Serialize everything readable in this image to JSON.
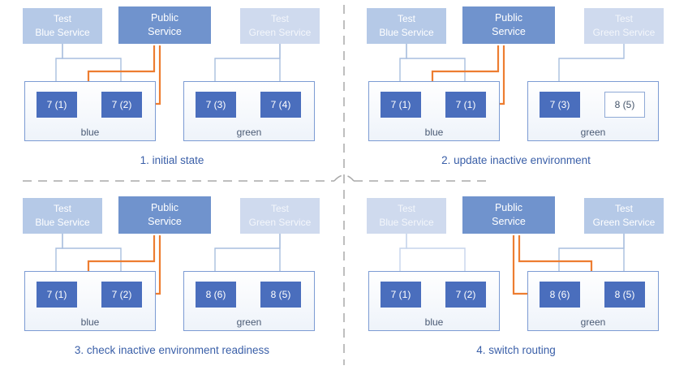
{
  "colors": {
    "public_service_fill": "#7093cd",
    "test_service_active_fill": "#b5c9e7",
    "test_service_inactive_fill": "#cfdaee",
    "pod_fill": "#4a6ebd",
    "pod_updating_fill": "#ffffff",
    "pod_updating_border": "#8fa9d6",
    "environment_border": "#7c9bd3",
    "public_route_arrow": "#ed7d31",
    "test_route_arrow": "#a9bedf",
    "caption_text": "#3a5fa8",
    "divider": "#a8a8a8"
  },
  "panels": [
    {
      "caption": "1. initial state",
      "public_routes_to": "blue",
      "services": {
        "blue_test": {
          "line1": "Test",
          "line2": "Blue Service",
          "state": "active"
        },
        "public": {
          "line1": "Public",
          "line2": "Service"
        },
        "green_test": {
          "line1": "Test",
          "line2": "Green Service",
          "state": "inactive"
        }
      },
      "environments": {
        "blue": {
          "label": "blue",
          "pods": [
            {
              "label": "7 (1)"
            },
            {
              "label": "7 (2)"
            }
          ]
        },
        "green": {
          "label": "green",
          "pods": [
            {
              "label": "7 (3)"
            },
            {
              "label": "7 (4)"
            }
          ]
        }
      }
    },
    {
      "caption": "2. update inactive environment",
      "public_routes_to": "blue",
      "services": {
        "blue_test": {
          "line1": "Test",
          "line2": "Blue Service",
          "state": "active"
        },
        "public": {
          "line1": "Public",
          "line2": "Service"
        },
        "green_test": {
          "line1": "Test",
          "line2": "Green Service",
          "state": "inactive"
        }
      },
      "environments": {
        "blue": {
          "label": "blue",
          "pods": [
            {
              "label": "7 (1)"
            },
            {
              "label": "7 (1)"
            }
          ]
        },
        "green": {
          "label": "green",
          "pods": [
            {
              "label": "7 (3)"
            },
            {
              "label": "8 (5)",
              "state": "updating"
            }
          ]
        }
      }
    },
    {
      "caption": "3. check inactive environment readiness",
      "public_routes_to": "blue",
      "services": {
        "blue_test": {
          "line1": "Test",
          "line2": "Blue Service",
          "state": "active"
        },
        "public": {
          "line1": "Public",
          "line2": "Service"
        },
        "green_test": {
          "line1": "Test",
          "line2": "Green Service",
          "state": "inactive"
        }
      },
      "environments": {
        "blue": {
          "label": "blue",
          "pods": [
            {
              "label": "7 (1)"
            },
            {
              "label": "7 (2)"
            }
          ]
        },
        "green": {
          "label": "green",
          "pods": [
            {
              "label": "8 (6)"
            },
            {
              "label": "8 (5)"
            }
          ]
        }
      }
    },
    {
      "caption": "4. switch routing",
      "public_routes_to": "green",
      "services": {
        "blue_test": {
          "line1": "Test",
          "line2": "Blue Service",
          "state": "inactive"
        },
        "public": {
          "line1": "Public",
          "line2": "Service"
        },
        "green_test": {
          "line1": "Test",
          "line2": "Green Service",
          "state": "active"
        }
      },
      "environments": {
        "blue": {
          "label": "blue",
          "pods": [
            {
              "label": "7 (1)"
            },
            {
              "label": "7 (2)"
            }
          ]
        },
        "green": {
          "label": "green",
          "pods": [
            {
              "label": "8 (6)"
            },
            {
              "label": "8 (5)"
            }
          ]
        }
      }
    }
  ]
}
